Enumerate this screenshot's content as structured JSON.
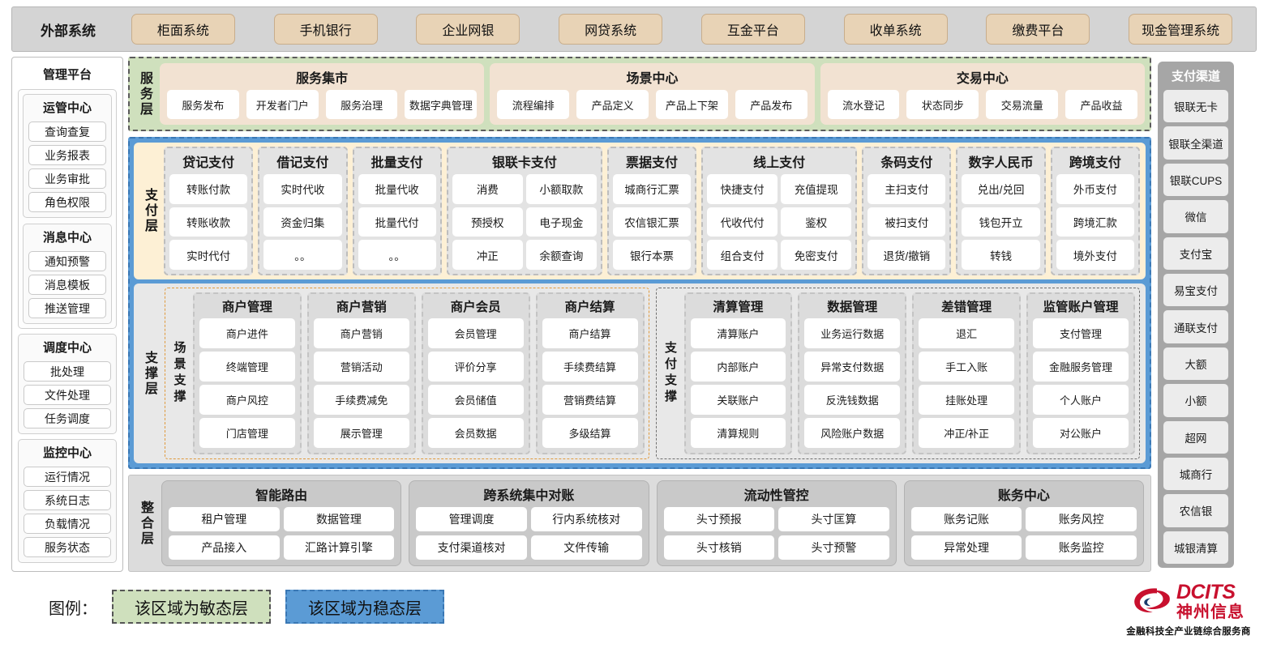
{
  "external_systems": {
    "title": "外部系统",
    "items": [
      "柜面系统",
      "手机银行",
      "企业网银",
      "网贷系统",
      "互金平台",
      "收单系统",
      "缴费平台",
      "现金管理系统"
    ]
  },
  "management_platform": {
    "title": "管理平台",
    "groups": [
      {
        "title": "运管中心",
        "items": [
          "查询查复",
          "业务报表",
          "业务审批",
          "角色权限"
        ]
      },
      {
        "title": "消息中心",
        "items": [
          "通知预警",
          "消息模板",
          "推送管理"
        ]
      },
      {
        "title": "调度中心",
        "items": [
          "批处理",
          "文件处理",
          "任务调度"
        ]
      },
      {
        "title": "监控中心",
        "items": [
          "运行情况",
          "系统日志",
          "负载情况",
          "服务状态"
        ]
      }
    ]
  },
  "service_layer": {
    "label": "服务层",
    "cards": [
      {
        "title": "服务集市",
        "items": [
          "服务发布",
          "开发者门户",
          "服务治理",
          "数据字典管理"
        ]
      },
      {
        "title": "场景中心",
        "items": [
          "流程编排",
          "产品定义",
          "产品上下架",
          "产品发布"
        ]
      },
      {
        "title": "交易中心",
        "items": [
          "流水登记",
          "状态同步",
          "交易流量",
          "产品收益"
        ]
      }
    ]
  },
  "payment_layer": {
    "label": "支付层",
    "columns": [
      {
        "title": "贷记支付",
        "cols": 1,
        "items": [
          "转账付款",
          "转账收款",
          "实时代付"
        ]
      },
      {
        "title": "借记支付",
        "cols": 1,
        "items": [
          "实时代收",
          "资金归集",
          "。。"
        ]
      },
      {
        "title": "批量支付",
        "cols": 1,
        "items": [
          "批量代收",
          "批量代付",
          "。。"
        ]
      },
      {
        "title": "银联卡支付",
        "cols": 2,
        "items": [
          "消费",
          "小额取款",
          "预授权",
          "电子现金",
          "冲正",
          "余额查询"
        ]
      },
      {
        "title": "票据支付",
        "cols": 1,
        "items": [
          "城商行汇票",
          "农信银汇票",
          "银行本票"
        ]
      },
      {
        "title": "线上支付",
        "cols": 2,
        "items": [
          "快捷支付",
          "充值提现",
          "代收代付",
          "鉴权",
          "组合支付",
          "免密支付"
        ]
      },
      {
        "title": "条码支付",
        "cols": 1,
        "items": [
          "主扫支付",
          "被扫支付",
          "退货/撤销"
        ]
      },
      {
        "title": "数字人民币",
        "cols": 1,
        "items": [
          "兑出/兑回",
          "钱包开立",
          "转钱"
        ]
      },
      {
        "title": "跨境支付",
        "cols": 1,
        "items": [
          "外币支付",
          "跨境汇款",
          "境外支付"
        ]
      }
    ]
  },
  "support_layer": {
    "label": "支撑层",
    "boxes": [
      {
        "sublabel": "场景支撑",
        "columns": [
          {
            "title": "商户管理",
            "items": [
              "商户进件",
              "终端管理",
              "商户风控",
              "门店管理"
            ]
          },
          {
            "title": "商户营销",
            "items": [
              "商户营销",
              "营销活动",
              "手续费减免",
              "展示管理"
            ]
          },
          {
            "title": "商户会员",
            "items": [
              "会员管理",
              "评价分享",
              "会员储值",
              "会员数据"
            ]
          },
          {
            "title": "商户结算",
            "items": [
              "商户结算",
              "手续费结算",
              "营销费结算",
              "多级结算"
            ]
          }
        ]
      },
      {
        "sublabel": "支付支撑",
        "columns": [
          {
            "title": "清算管理",
            "items": [
              "清算账户",
              "内部账户",
              "关联账户",
              "清算规则"
            ]
          },
          {
            "title": "数据管理",
            "items": [
              "业务运行数据",
              "异常支付数据",
              "反洗钱数据",
              "风险账户数据"
            ]
          },
          {
            "title": "差错管理",
            "items": [
              "退汇",
              "手工入账",
              "挂账处理",
              "冲正/补正"
            ]
          },
          {
            "title": "监管账户管理",
            "items": [
              "支付管理",
              "金融服务管理",
              "个人账户",
              "对公账户"
            ]
          }
        ]
      }
    ]
  },
  "integration_layer": {
    "label": "整合层",
    "cards": [
      {
        "title": "智能路由",
        "items": [
          "租户管理",
          "数据管理",
          "产品接入",
          "汇路计算引擎"
        ]
      },
      {
        "title": "跨系统集中对账",
        "items": [
          "管理调度",
          "行内系统核对",
          "支付渠道核对",
          "文件传输"
        ]
      },
      {
        "title": "流动性管控",
        "items": [
          "头寸预报",
          "头寸匡算",
          "头寸核销",
          "头寸预警"
        ]
      },
      {
        "title": "账务中心",
        "items": [
          "账务记账",
          "账务风控",
          "异常处理",
          "账务监控"
        ]
      }
    ]
  },
  "payment_channels": {
    "title": "支付渠道",
    "items": [
      "银联无卡",
      "银联全渠道",
      "银联CUPS",
      "微信",
      "支付宝",
      "易宝支付",
      "通联支付",
      "大额",
      "小额",
      "超网",
      "城商行",
      "农信银",
      "城银清算"
    ]
  },
  "legend": {
    "label": "图例：",
    "agile": "该区域为敏态层",
    "stable": "该区域为稳态层"
  },
  "brand": {
    "en": "DCITS",
    "cn": "神州信息",
    "tagline": "金融科技全产业链综合服务商"
  },
  "colors": {
    "agile_green": "#cfe0bd",
    "stable_blue": "#5b9bd5",
    "payment_cream": "#fdf0d5",
    "service_card": "#f2e2d2",
    "external_chip": "#e8d3b6",
    "brand_red": "#c8102e"
  }
}
